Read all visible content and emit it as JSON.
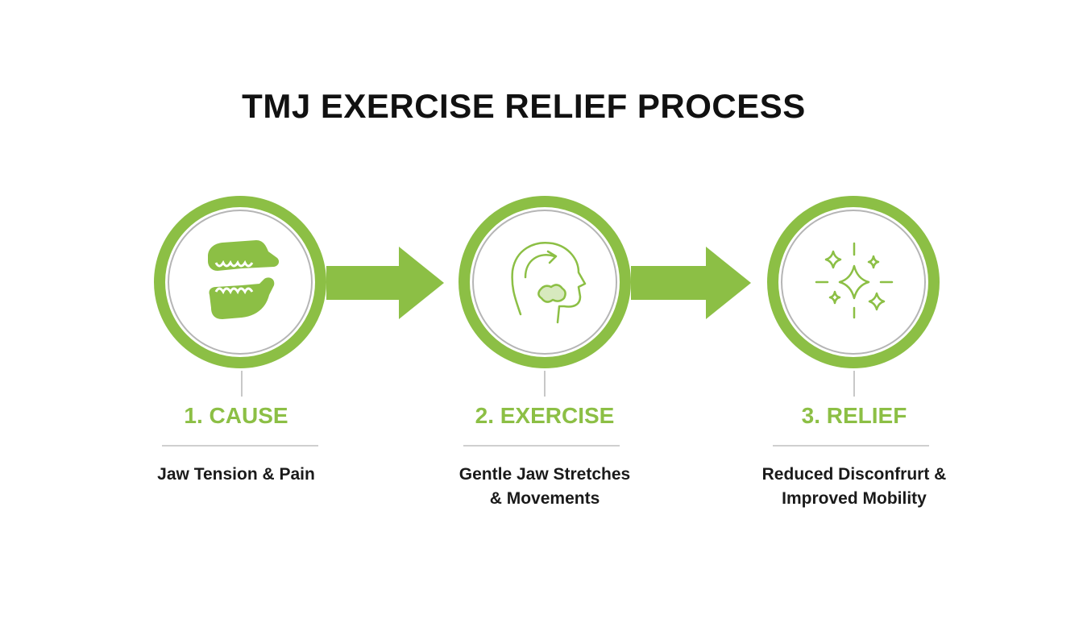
{
  "title": "TMJ EXERCISE RELIEF PROCESS",
  "accent_color": "#8cbf45",
  "steps": [
    {
      "label": "1. CAUSE",
      "description_lines": [
        "Jaw Tension & Pain"
      ],
      "icon": "jaw-teeth-icon"
    },
    {
      "label": "2. EXERCISE",
      "description_lines": [
        "Gentle Jaw Stretches",
        "& Movements"
      ],
      "icon": "head-jaw-rotation-icon"
    },
    {
      "label": "3. RELIEF",
      "description_lines": [
        "Reduced Disconfrurt &",
        "Improved Mobility"
      ],
      "icon": "sparkles-icon"
    }
  ]
}
